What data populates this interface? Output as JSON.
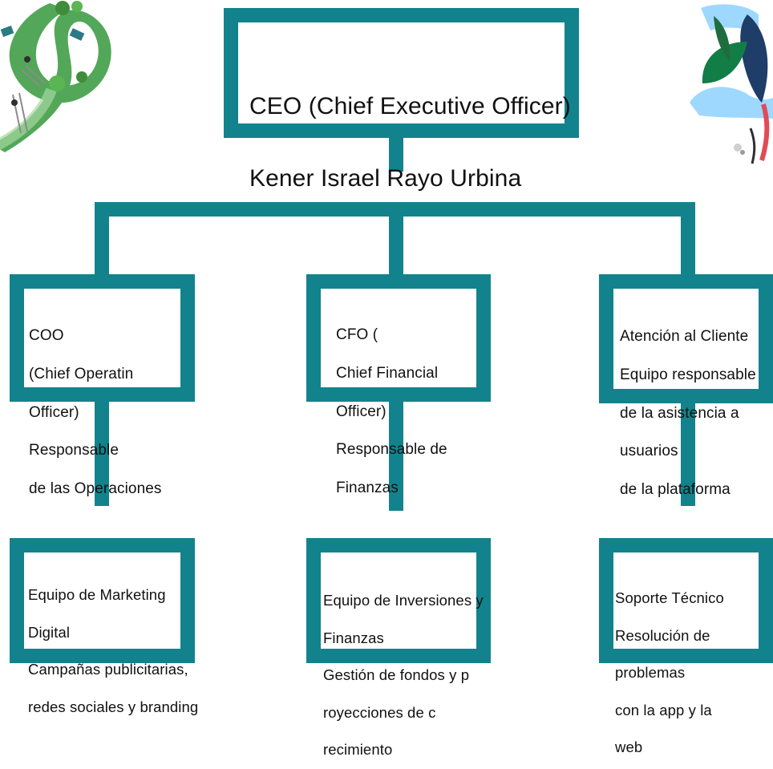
{
  "colors": {
    "box_border": "#12838d",
    "connector": "#12838d",
    "text": "#111111",
    "background": "#ffffff"
  },
  "decorations": {
    "top_left": "green-ribbon-landscape-illustration",
    "top_right": "tropical-leaves-clouds-illustration"
  },
  "ceo": {
    "line1": "CEO (Chief Executive Officer)",
    "line2": "Kener Israel Rayo Urbina"
  },
  "coo": {
    "line1": "COO",
    "line2": "(Chief Operatin",
    "line3": "Officer)",
    "line4": "Responsable",
    "line5": "de las Operaciones"
  },
  "cfo": {
    "line1": "CFO (",
    "line2": "Chief Financial",
    "line3": "Officer)",
    "line4": "Responsable de",
    "line5": "Finanzas"
  },
  "support_manager": {
    "line1": "Atención al Cliente",
    "line2": "Equipo responsable",
    "line3": "de la asistencia a",
    "line4": "usuarios",
    "line5": "de la plataforma"
  },
  "marketing": {
    "line1": "Equipo de Marketing",
    "line2": "Digital",
    "line3": "Campañas publicitarias,",
    "line4": "redes sociales y branding"
  },
  "investments": {
    "line1": "Equipo de Inversiones y",
    "line2": "Finanzas",
    "line3": "Gestión de fondos y p",
    "line4": "royecciones de c",
    "line5": "recimiento"
  },
  "tech_support": {
    "line1": "Soporte Técnico",
    "line2": "Resolución de",
    "line3": "problemas",
    "line4": "con la app y la",
    "line5": "web"
  }
}
